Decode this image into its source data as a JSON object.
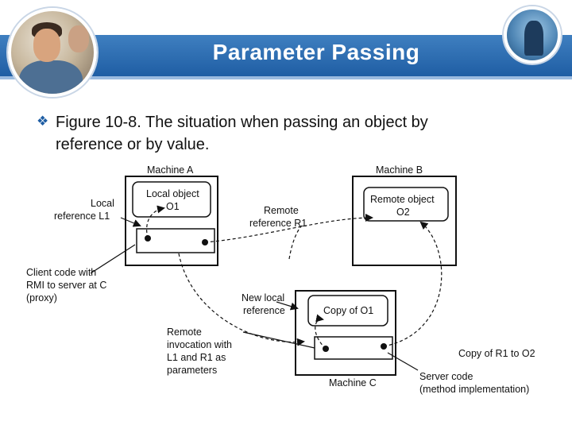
{
  "header": {
    "title": "Parameter Passing"
  },
  "bullet": {
    "icon": "diamond-bullet-icon",
    "text": "Figure 10-8. The situation when passing an object by reference or by value."
  },
  "figure": {
    "machine_a": "Machine A",
    "machine_b": "Machine B",
    "machine_c": "Machine C",
    "local_object": [
      "Local object",
      "O1"
    ],
    "remote_object": [
      "Remote object",
      "O2"
    ],
    "copy_of_o1": "Copy of O1",
    "local_reference": [
      "Local",
      "reference L1"
    ],
    "remote_reference": [
      "Remote",
      "reference R1"
    ],
    "client_code": [
      "Client code with",
      "RMI to server at C",
      "(proxy)"
    ],
    "new_local_reference": [
      "New local",
      "reference"
    ],
    "remote_invocation": [
      "Remote",
      "invocation with",
      "L1 and R1 as",
      "parameters"
    ],
    "copy_r1_to_o2": "Copy of R1 to O2",
    "server_code": [
      "Server code",
      "(method implementation)"
    ]
  },
  "colors": {
    "accent": "#1f5ea4",
    "band": "#2f6fb3"
  }
}
